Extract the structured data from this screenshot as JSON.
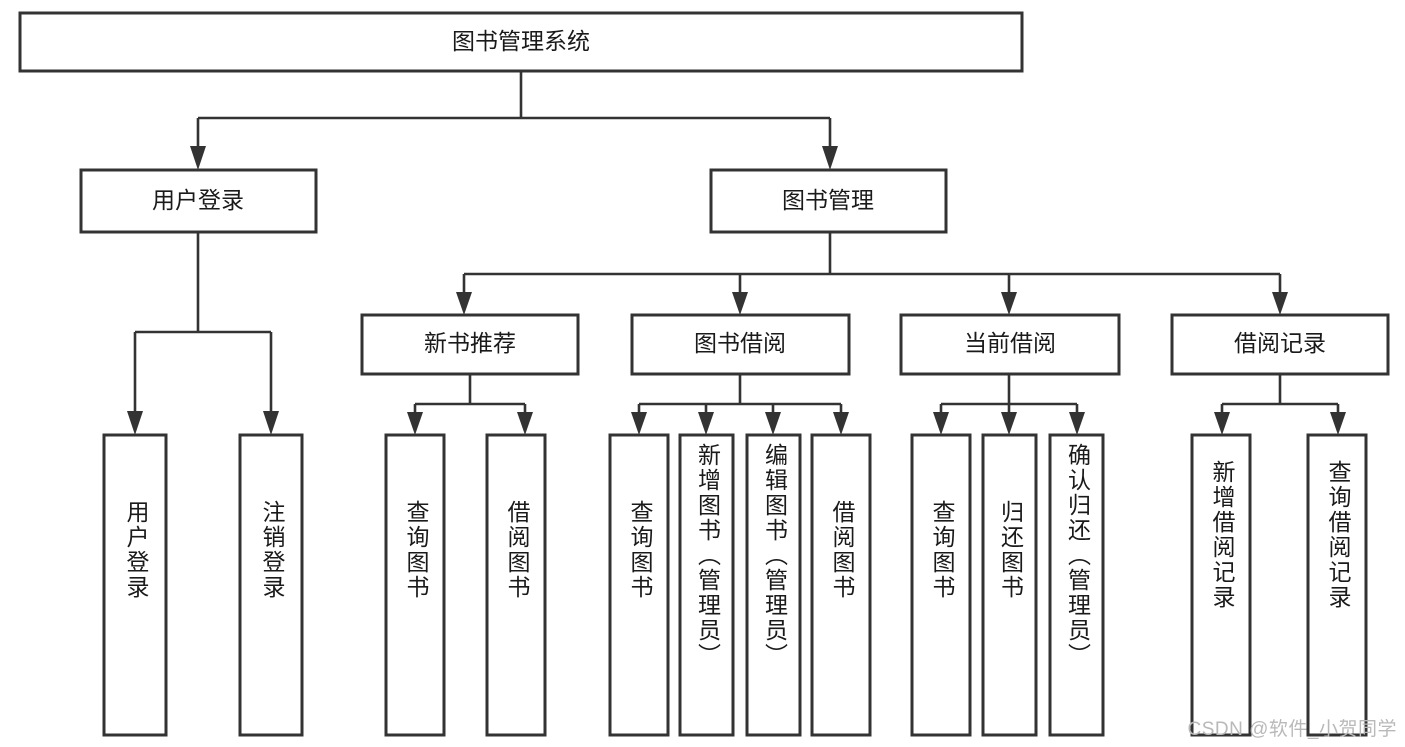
{
  "diagram": {
    "title": "图书管理系统",
    "type": "tree",
    "orientation": "top-down",
    "colors": {
      "box_stroke": "#333333",
      "box_fill": "#ffffff",
      "text": "#1a1a1a",
      "connector": "#333333",
      "watermark": "#b9b9b9",
      "background": "#ffffff"
    },
    "root": {
      "id": "root",
      "label": "图书管理系统",
      "orientation": "horizontal"
    },
    "level2": [
      {
        "id": "user-login",
        "label": "用户登录",
        "orientation": "horizontal"
      },
      {
        "id": "book-manage",
        "label": "图书管理",
        "orientation": "horizontal"
      }
    ],
    "level3": [
      {
        "id": "new-book-recommend",
        "label": "新书推荐",
        "orientation": "horizontal",
        "parent": "book-manage"
      },
      {
        "id": "book-borrow",
        "label": "图书借阅",
        "orientation": "horizontal",
        "parent": "book-manage"
      },
      {
        "id": "current-borrow",
        "label": "当前借阅",
        "orientation": "horizontal",
        "parent": "book-manage"
      },
      {
        "id": "borrow-record",
        "label": "借阅记录",
        "orientation": "horizontal",
        "parent": "book-manage"
      }
    ],
    "leaves": [
      {
        "id": "leaf-user-login",
        "label": "用户登录",
        "orientation": "vertical",
        "parent": "user-login"
      },
      {
        "id": "leaf-user-logout",
        "label": "注销登录",
        "orientation": "vertical",
        "parent": "user-login"
      },
      {
        "id": "leaf-query-book-1",
        "label": "查询图书",
        "orientation": "vertical",
        "parent": "new-book-recommend"
      },
      {
        "id": "leaf-borrow-book-1",
        "label": "借阅图书",
        "orientation": "vertical",
        "parent": "new-book-recommend"
      },
      {
        "id": "leaf-query-book-2",
        "label": "查询图书",
        "orientation": "vertical",
        "parent": "book-borrow"
      },
      {
        "id": "leaf-add-book",
        "label": "新增图书（管理员）",
        "orientation": "vertical",
        "parent": "book-borrow"
      },
      {
        "id": "leaf-edit-book",
        "label": "编辑图书（管理员）",
        "orientation": "vertical",
        "parent": "book-borrow"
      },
      {
        "id": "leaf-borrow-book-2",
        "label": "借阅图书",
        "orientation": "vertical",
        "parent": "book-borrow"
      },
      {
        "id": "leaf-query-book-3",
        "label": "查询图书",
        "orientation": "vertical",
        "parent": "current-borrow"
      },
      {
        "id": "leaf-return-book",
        "label": "归还图书",
        "orientation": "vertical",
        "parent": "current-borrow"
      },
      {
        "id": "leaf-confirm-return",
        "label": "确认归还（管理员）",
        "orientation": "vertical",
        "parent": "current-borrow"
      },
      {
        "id": "leaf-add-record",
        "label": "新增借阅记录",
        "orientation": "vertical",
        "parent": "borrow-record"
      },
      {
        "id": "leaf-query-record",
        "label": "查询借阅记录",
        "orientation": "vertical",
        "parent": "borrow-record"
      }
    ]
  },
  "watermark": {
    "text": "CSDN @软件_小贺同学"
  }
}
